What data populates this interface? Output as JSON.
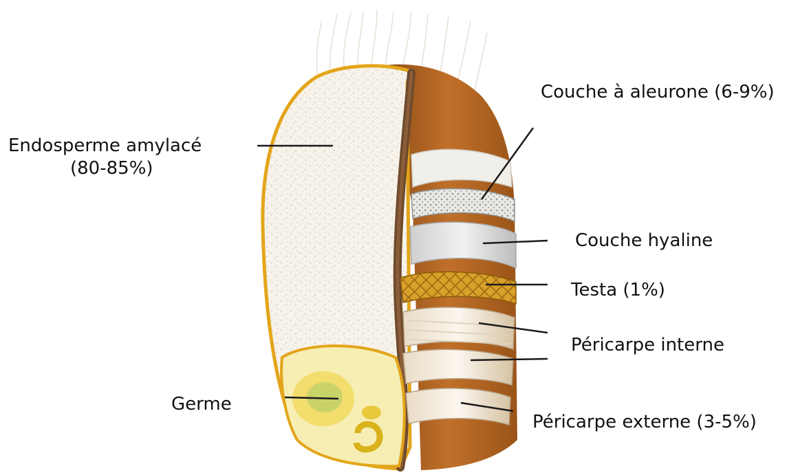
{
  "labels": {
    "endosperm_line1": "Endosperme amylacé",
    "endosperm_line2": "(80-85%)",
    "germ": "Germe",
    "aleurone": "Couche à aleurone (6-9%)",
    "hyaline": "Couche hyaline",
    "testa": "Testa (1%)",
    "inner_pericarp": "Péricarpe interne",
    "outer_pericarp": "Péricarpe externe (3-5%)"
  },
  "colors": {
    "endosperm": "#f7f3ea",
    "bran": "#b8651e",
    "crease": "#6e4a2c",
    "rim": "#e3a51a",
    "germ": "#f2e08a",
    "testa": "#d9a02a",
    "leader_line": "#1a1a1a"
  }
}
